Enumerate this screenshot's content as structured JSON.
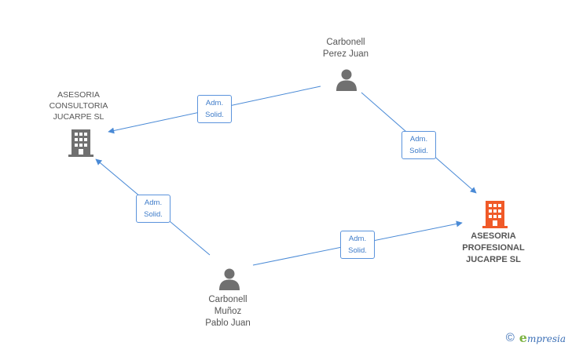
{
  "colors": {
    "edge": "#4a8ad6",
    "person": "#707070",
    "company": "#707070",
    "company_highlight": "#f05a28"
  },
  "nodes": {
    "carbonell_perez": {
      "lines": [
        "Carbonell",
        "Perez Juan"
      ],
      "icon": "person-icon"
    },
    "asesoria_consultoria": {
      "lines": [
        "ASESORIA",
        "CONSULTORIA",
        "JUCARPE SL"
      ],
      "icon": "building-icon"
    },
    "asesoria_profesional": {
      "lines": [
        "ASESORIA",
        "PROFESIONAL",
        "JUCARPE SL"
      ],
      "icon": "building-icon"
    },
    "carbonell_munoz": {
      "lines": [
        "Carbonell",
        "Muñoz",
        "Pablo Juan"
      ],
      "icon": "person-icon"
    }
  },
  "edges": [
    {
      "label": [
        "Adm.",
        "Solid."
      ]
    },
    {
      "label": [
        "Adm.",
        "Solid."
      ]
    },
    {
      "label": [
        "Adm.",
        "Solid."
      ]
    },
    {
      "label": [
        "Adm.",
        "Solid."
      ]
    }
  ],
  "footer": {
    "copyright": "©",
    "brand_e": "e",
    "brand_rest": "mpresia"
  }
}
